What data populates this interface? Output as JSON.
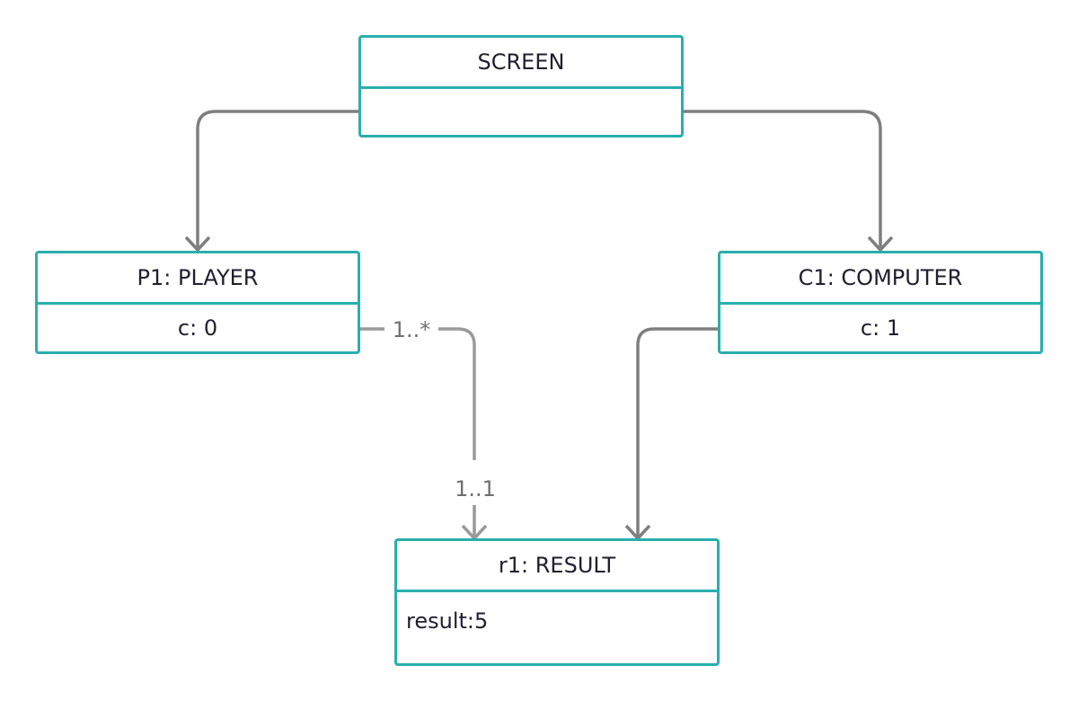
{
  "diagram": {
    "classes": {
      "screen": {
        "title": "SCREEN",
        "attribute": ""
      },
      "player": {
        "title": "P1: PLAYER",
        "attribute": "c: 0"
      },
      "computer": {
        "title": "C1: COMPUTER",
        "attribute": "c: 1"
      },
      "result": {
        "title": "r1: RESULT",
        "attribute": "result:5"
      }
    },
    "multiplicities": {
      "player_end": "1..*",
      "result_end": "1..1"
    },
    "colors": {
      "box_border": "#2aaeae",
      "connector": "#7f7f7f",
      "association": "#9a9a9a",
      "text": "#1f1f2e"
    }
  }
}
